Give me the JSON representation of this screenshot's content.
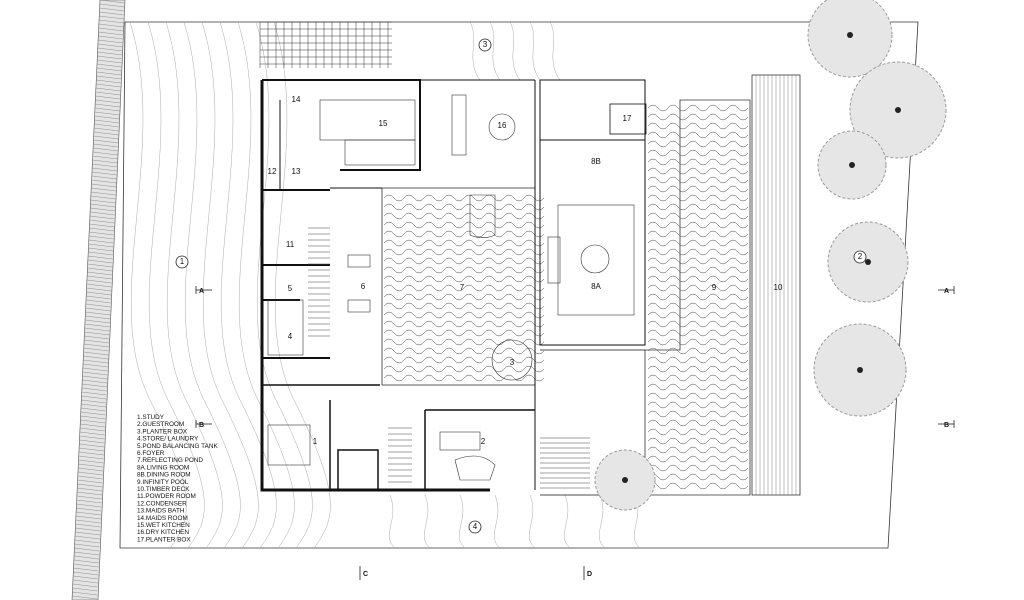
{
  "legend": [
    "1.STUDY",
    "2.GUESTROOM",
    "3.PLANTER BOX",
    "4.STORE/ LAUNDRY",
    "5.POND BALANCING TANK",
    "6.FOYER",
    "7.REFLECTING POND",
    "8A.LIVING ROOM",
    "8B.DINING ROOM",
    "9.INFINITY POOL",
    "10.TIMBER DECK",
    "11.POWDER ROOM",
    "12.CONDENSER",
    "13.MAIDS BATH",
    "14.MAIDS ROOM",
    "15.WET KITCHEN",
    "16.DRY KITCHEN",
    "17.PLANTER BOX"
  ],
  "rooms": {
    "r1": "1",
    "r2": "2",
    "r3": "3",
    "r4": "4",
    "r5": "5",
    "r6": "6",
    "r7": "7",
    "r8a": "8A",
    "r8b": "8B",
    "r9": "9",
    "r10": "10",
    "r11": "11",
    "r12": "12",
    "r13": "13",
    "r14": "14",
    "r15": "15",
    "r16": "16",
    "r17": "17"
  },
  "elevations": {
    "e1": "1",
    "e2": "2",
    "e3": "3",
    "e4": "4"
  },
  "sections": {
    "a": "A",
    "b": "B",
    "c": "C",
    "d": "D"
  },
  "colors": {
    "line": "#222222",
    "tree": "#9a9a9a",
    "hatch": "#666666"
  }
}
